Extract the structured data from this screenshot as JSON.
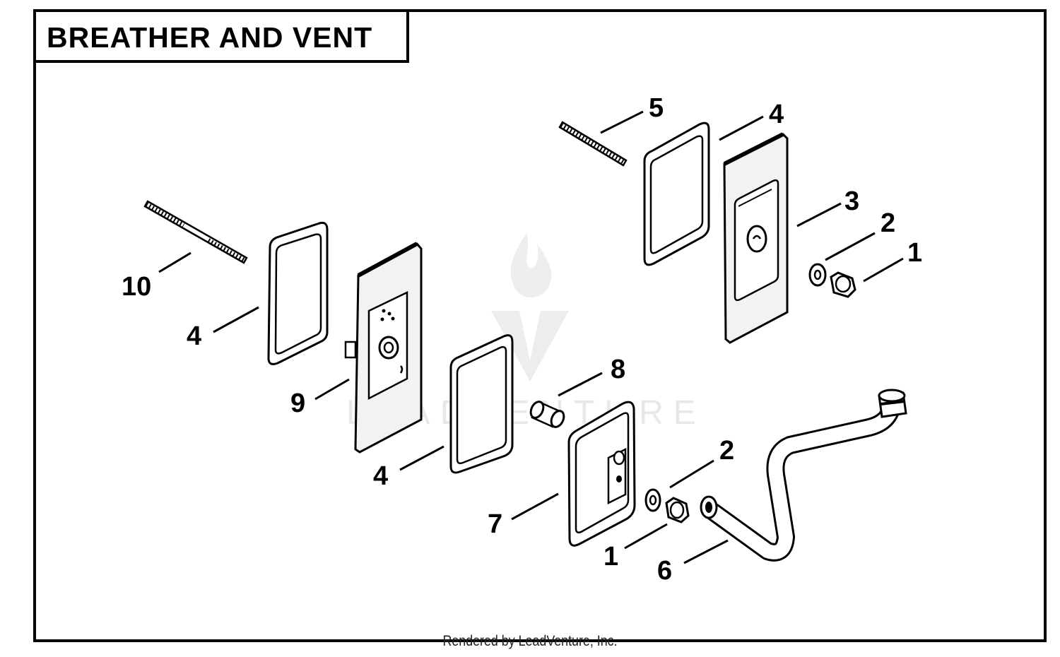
{
  "title": "BREATHER AND VENT",
  "footer": "Rendered by LeadVenture, Inc.",
  "watermark": "LEADVENTURE",
  "callouts": {
    "c10": "10",
    "c4_left_gasket": "4",
    "c9": "9",
    "c4_mid_gasket": "4",
    "c5": "5",
    "c4_top": "4",
    "c3": "3",
    "c2_top": "2",
    "c1_top": "1",
    "c8": "8",
    "c7": "7",
    "c2_bottom": "2",
    "c1_bottom": "1",
    "c6": "6"
  }
}
